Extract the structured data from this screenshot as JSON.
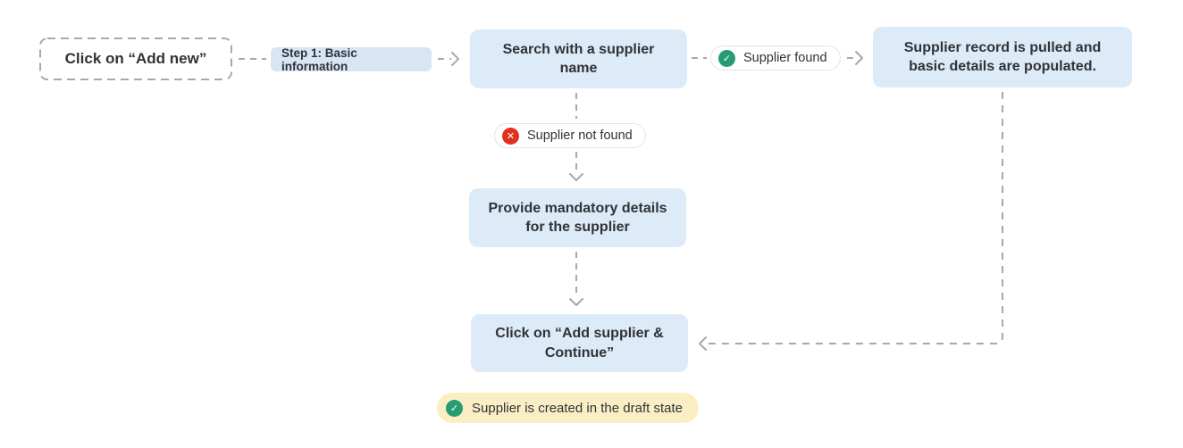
{
  "flow": {
    "start_node": {
      "label": "Click on “Add new”"
    },
    "step_label": {
      "label": "Step 1: Basic information"
    },
    "search_node": {
      "label": "Search with a supplier name"
    },
    "found_badge": {
      "label": "Supplier found",
      "status": "success",
      "icon": "check-icon",
      "icon_glyph": "✓"
    },
    "record_node": {
      "label": "Supplier record is pulled and basic details are populated."
    },
    "not_found_badge": {
      "label": "Supplier not found",
      "status": "error",
      "icon": "x-icon",
      "icon_glyph": "✕"
    },
    "details_node": {
      "label": "Provide mandatory details for the supplier"
    },
    "continue_node": {
      "label": "Click on “Add supplier & Continue”"
    },
    "result_badge": {
      "label": "Supplier is created in the draft state",
      "status": "success",
      "icon": "check-icon",
      "icon_glyph": "✓"
    },
    "colors": {
      "node_bg": "#ddeaf7",
      "step_bg": "#d7e5f4",
      "line": "#a5a9ae",
      "text": "#2f3338",
      "success": "#279c72",
      "error": "#e2301f",
      "result_bg": "#fbeec5",
      "badge_border": "#e3e4e7"
    }
  }
}
